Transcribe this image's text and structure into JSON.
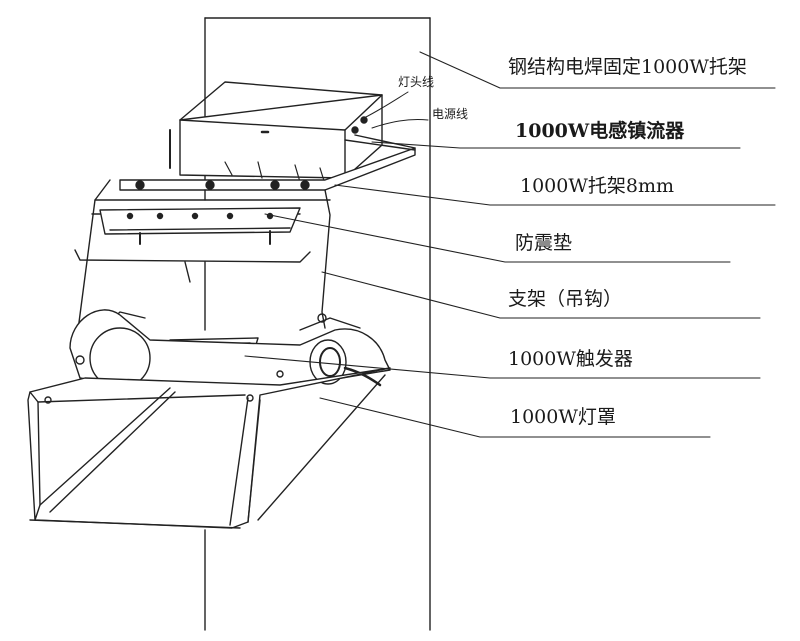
{
  "labels": {
    "steel_structure": "钢结构电焊固定1000W托架",
    "ballast": "1000W电感镇流器",
    "bracket": "1000W托架8mm",
    "pad": "防震垫",
    "hook": "支架（吊钩）",
    "ignitor": "1000W触发器",
    "reflector": "1000W灯罩",
    "lamp_wire": "灯头线",
    "power_wire": "电源线"
  }
}
